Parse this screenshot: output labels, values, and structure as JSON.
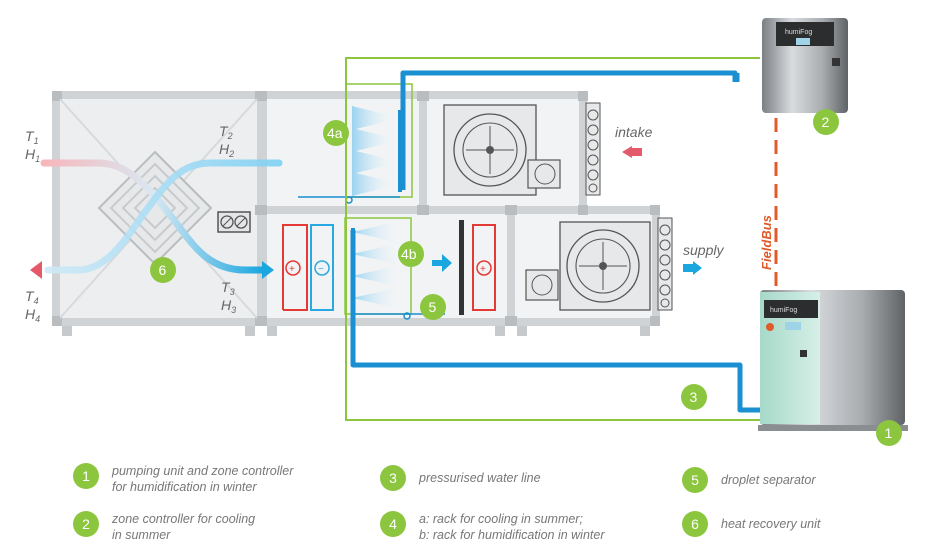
{
  "labels": {
    "t1": "T",
    "t1_sub": "1",
    "h1": "H",
    "h1_sub": "1",
    "t2": "T",
    "t2_sub": "2",
    "h2": "H",
    "h2_sub": "2",
    "t3": "T",
    "t3_sub": "3",
    "h3": "H",
    "h3_sub": "3",
    "t4": "T",
    "t4_sub": "4",
    "h4": "H",
    "h4_sub": "4",
    "intake": "intake",
    "supply": "supply",
    "fieldbus": "FieldBus",
    "brand_top": "humiFog",
    "brand_bottom": "humiFog"
  },
  "badges": {
    "b1": "1",
    "b2": "2",
    "b3": "3",
    "b4a": "4a",
    "b4b": "4b",
    "b5": "5",
    "b6": "6"
  },
  "legend": [
    {
      "num": "1",
      "lines": [
        "pumping unit and zone controller",
        "for humidification in winter"
      ]
    },
    {
      "num": "2",
      "lines": [
        "zone controller for cooling",
        "in summer"
      ]
    },
    {
      "num": "3",
      "lines": [
        "pressurised water line"
      ]
    },
    {
      "num": "4",
      "lines": [
        "a: rack for cooling in summer;",
        "b: rack for humidification in winter"
      ]
    },
    {
      "num": "5",
      "lines": [
        "droplet separator"
      ]
    },
    {
      "num": "6",
      "lines": [
        "heat recovery unit"
      ]
    }
  ],
  "colors": {
    "green": "#8cc63f",
    "blue": "#1a8fd1",
    "red": "#e53935",
    "frame": "#cfd3d6",
    "panel": "#e8eaeb",
    "fieldbus": "#e05a2a"
  }
}
